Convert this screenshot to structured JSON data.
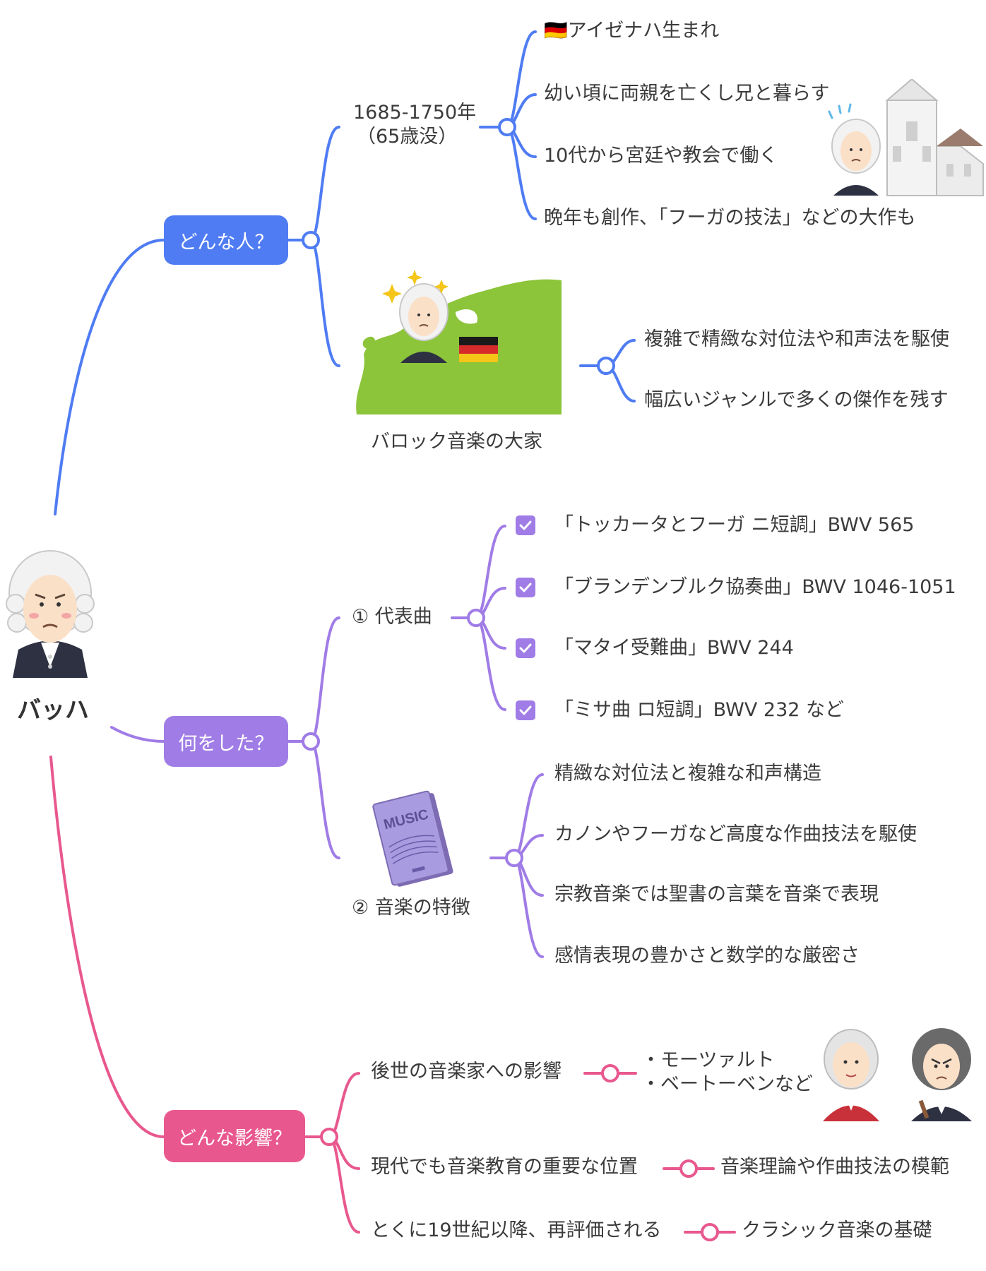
{
  "root": {
    "label": "バッハ"
  },
  "colors": {
    "blue": "#4f7cf3",
    "purple": "#a07ce6",
    "pink": "#e8588e"
  },
  "branch1": {
    "label": "どんな人？",
    "years_line1": "1685-1750年",
    "years_line2": "（65歳没）",
    "bio": [
      "🇩🇪アイゼナハ生まれ",
      "幼い頃に両親を亡くし兄と暮らす",
      "10代から宮廷や教会で働く",
      "晩年も創作、「フーガの技法」などの大作も"
    ],
    "baroque_label": "バロック音楽の大家",
    "baroque_items": [
      "複雑で精緻な対位法や和声法を駆使",
      "幅広いジャンルで多くの傑作を残す"
    ]
  },
  "branch2": {
    "label": "何をした？",
    "works_label": "① 代表曲",
    "works": [
      "「トッカータとフーガ ニ短調」BWV 565",
      "「ブランデンブルク協奏曲」BWV 1046-1051",
      "「マタイ受難曲」BWV 244",
      "「ミサ曲 ロ短調」BWV 232 など"
    ],
    "features_label": "② 音楽の特徴",
    "book_text": "MUSIC",
    "features": [
      "精緻な対位法と複雑な和声構造",
      "カノンやフーガなど高度な作曲技法を駆使",
      "宗教音楽では聖書の言葉を音楽で表現",
      "感情表現の豊かさと数学的な厳密さ"
    ]
  },
  "branch3": {
    "label": "どんな影響？",
    "rows": [
      {
        "left": "後世の音楽家への影響",
        "right1": "・モーツァルト",
        "right2": "・ベートーベンなど"
      },
      {
        "left": "現代でも音楽教育の重要な位置",
        "right": "音楽理論や作曲技法の模範"
      },
      {
        "left": "とくに19世紀以降、再評価される",
        "right": "クラシック音楽の基礎"
      }
    ]
  }
}
